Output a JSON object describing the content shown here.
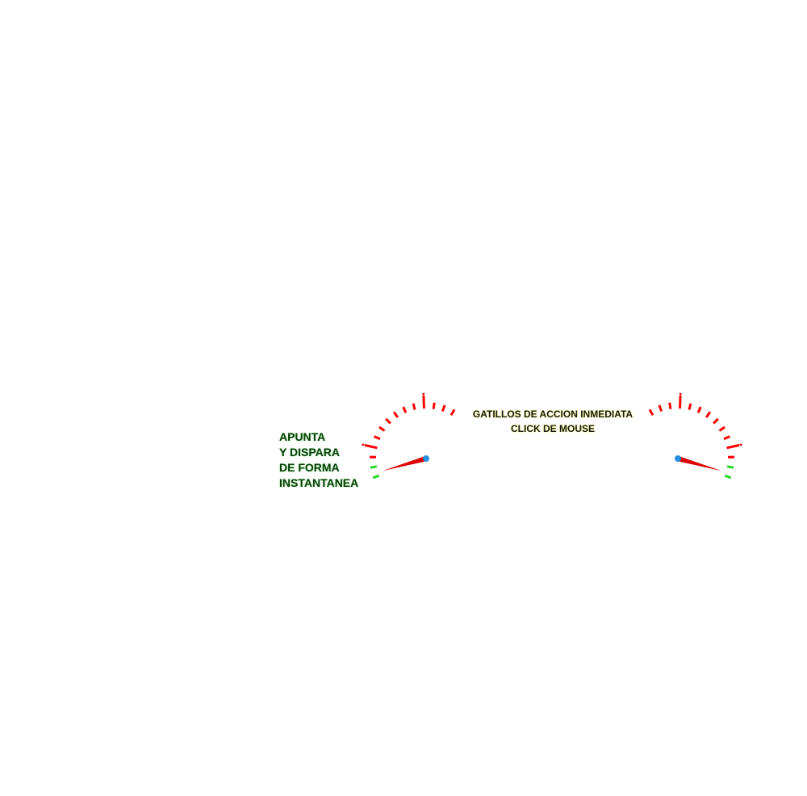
{
  "left_caption": {
    "lines": [
      "APUNTA",
      "Y DISPARA",
      "DE FORMA",
      "INSTANTANEA"
    ]
  },
  "center_caption": {
    "line1": "GATILLOS DE ACCION INMEDIATA",
    "line2": "CLICK DE MOUSE"
  },
  "gauges": {
    "tick_color": "#ff0000",
    "low_zone_color": "#22dd22",
    "needle_color": "#dd0000",
    "hub_color": "#2a8fe0",
    "left_needle_level": 0.03,
    "right_needle_level": 0.03
  }
}
